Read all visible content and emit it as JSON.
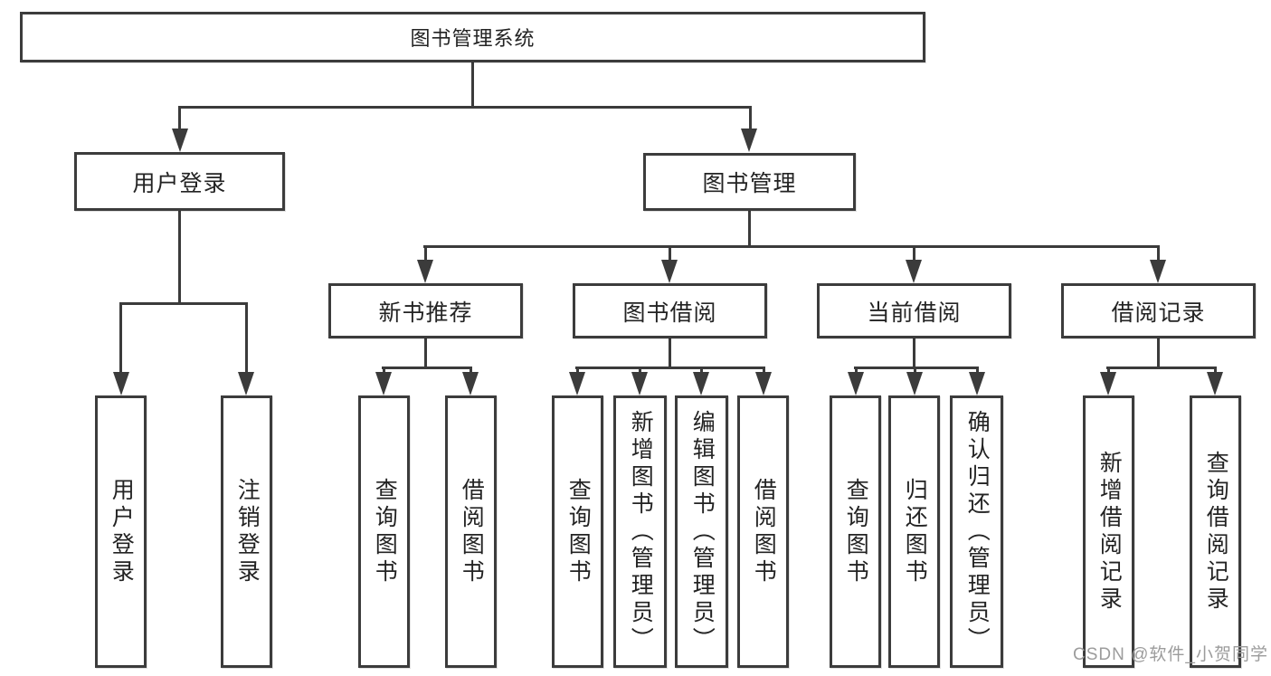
{
  "diagram": {
    "type": "function-structure-tree",
    "title": "图书管理系统"
  },
  "nodes": {
    "root": "图书管理系统",
    "user_login": "用户登录",
    "book_management": "图书管理",
    "new_book_recommend": "新书推荐",
    "book_borrow": "图书借阅",
    "current_borrow": "当前借阅",
    "borrow_records": "借阅记录",
    "leaf_user_login": "用户登录",
    "leaf_logout": "注销登录",
    "leaf_query_book_newbook": "查询图书",
    "leaf_borrow_book_newbook": "借阅图书",
    "leaf_query_book_borrow": "查询图书",
    "leaf_add_book_admin": "新增图书（管理员）",
    "leaf_edit_book_admin": "编辑图书（管理员）",
    "leaf_borrow_book_borrow": "借阅图书",
    "leaf_query_book_current": "查询图书",
    "leaf_return_book": "归还图书",
    "leaf_confirm_return_admin": "确认归还（管理员）",
    "leaf_add_borrow_record": "新增借阅记录",
    "leaf_query_borrow_record": "查询借阅记录"
  },
  "hierarchy": {
    "图书管理系统": {
      "用户登录": [
        "用户登录",
        "注销登录"
      ],
      "图书管理": {
        "新书推荐": [
          "查询图书",
          "借阅图书"
        ],
        "图书借阅": [
          "查询图书",
          "新增图书（管理员）",
          "编辑图书（管理员）",
          "借阅图书"
        ],
        "当前借阅": [
          "查询图书",
          "归还图书",
          "确认归还（管理员）"
        ],
        "借阅记录": [
          "新增借阅记录",
          "查询借阅记录"
        ]
      }
    }
  },
  "watermark": {
    "text": "CSDN @软件_小贺同学"
  },
  "colors": {
    "line": "#3b3b3b",
    "box_border": "#3c3c3c",
    "box_fill": "#ffffff",
    "text": "#232323",
    "watermark_text": "#9c9c9c",
    "background": "#ffffff"
  }
}
